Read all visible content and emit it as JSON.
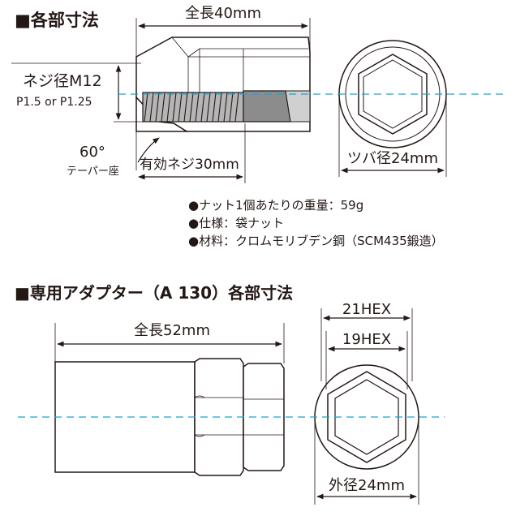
{
  "nut_section": {
    "title": "■各部寸法",
    "total_length": "全長40mm",
    "thread_dia": "ネジ径M12",
    "thread_pitch": "P1.5 or P1.25",
    "taper_angle": "60°",
    "taper_seat": "テーパー座",
    "effective_thread": "有効ネジ30mm",
    "flange_dia": "ツバ径24mm",
    "specs": [
      "●ナット1個あたりの重量：59g",
      "●仕様：袋ナット",
      "●材料：クロムモリブデン鋼（SCM435鍛造）"
    ]
  },
  "adapter_section": {
    "title": "■専用アダプター（A 130）各部寸法",
    "total_length": "全長52mm",
    "hex_outer": "21HEX",
    "hex_inner": "19HEX",
    "outer_dia": "外径24mm"
  },
  "colors": {
    "outline": "#231815",
    "center_axis": "#1aa3d9"
  }
}
